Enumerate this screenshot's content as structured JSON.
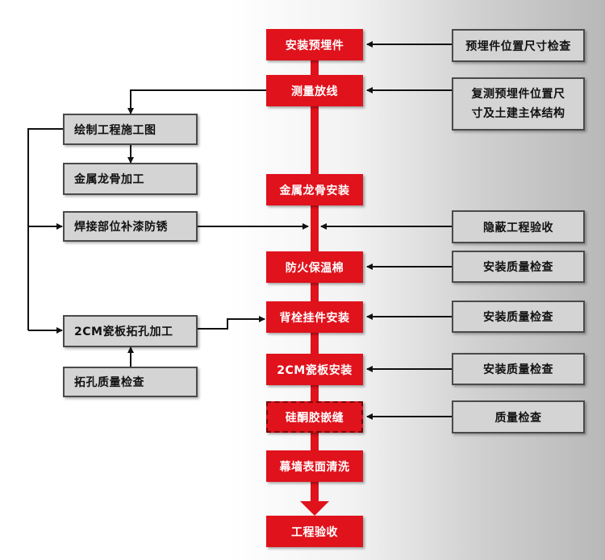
{
  "colors": {
    "main_flow": "#e0121c",
    "side_box": "#d4d4d4",
    "side_border": "#4a4a4a",
    "arrow": "#111111"
  },
  "main_flow": [
    "安装预埋件",
    "测量放线",
    "金属龙骨安装",
    "防火保温棉",
    "背栓挂件安装",
    "2CM瓷板安装",
    "硅酮胶嵌缝",
    "幕墙表面清洗",
    "工程验收"
  ],
  "left_boxes": [
    "绘制工程施工图",
    "金属龙骨加工",
    "焊接部位补漆防锈",
    "2CM瓷板拓孔加工",
    "拓孔质量检查"
  ],
  "right_boxes": {
    "r0": "预埋件位置尺寸检查",
    "r1_line1": "复测预埋件位置尺",
    "r1_line2": "寸及土建主体结构",
    "r2": "隐蔽工程验收",
    "r3": "安装质量检查",
    "r4": "安装质量检查",
    "r5": "安装质量检查",
    "r6": "质量检查"
  }
}
